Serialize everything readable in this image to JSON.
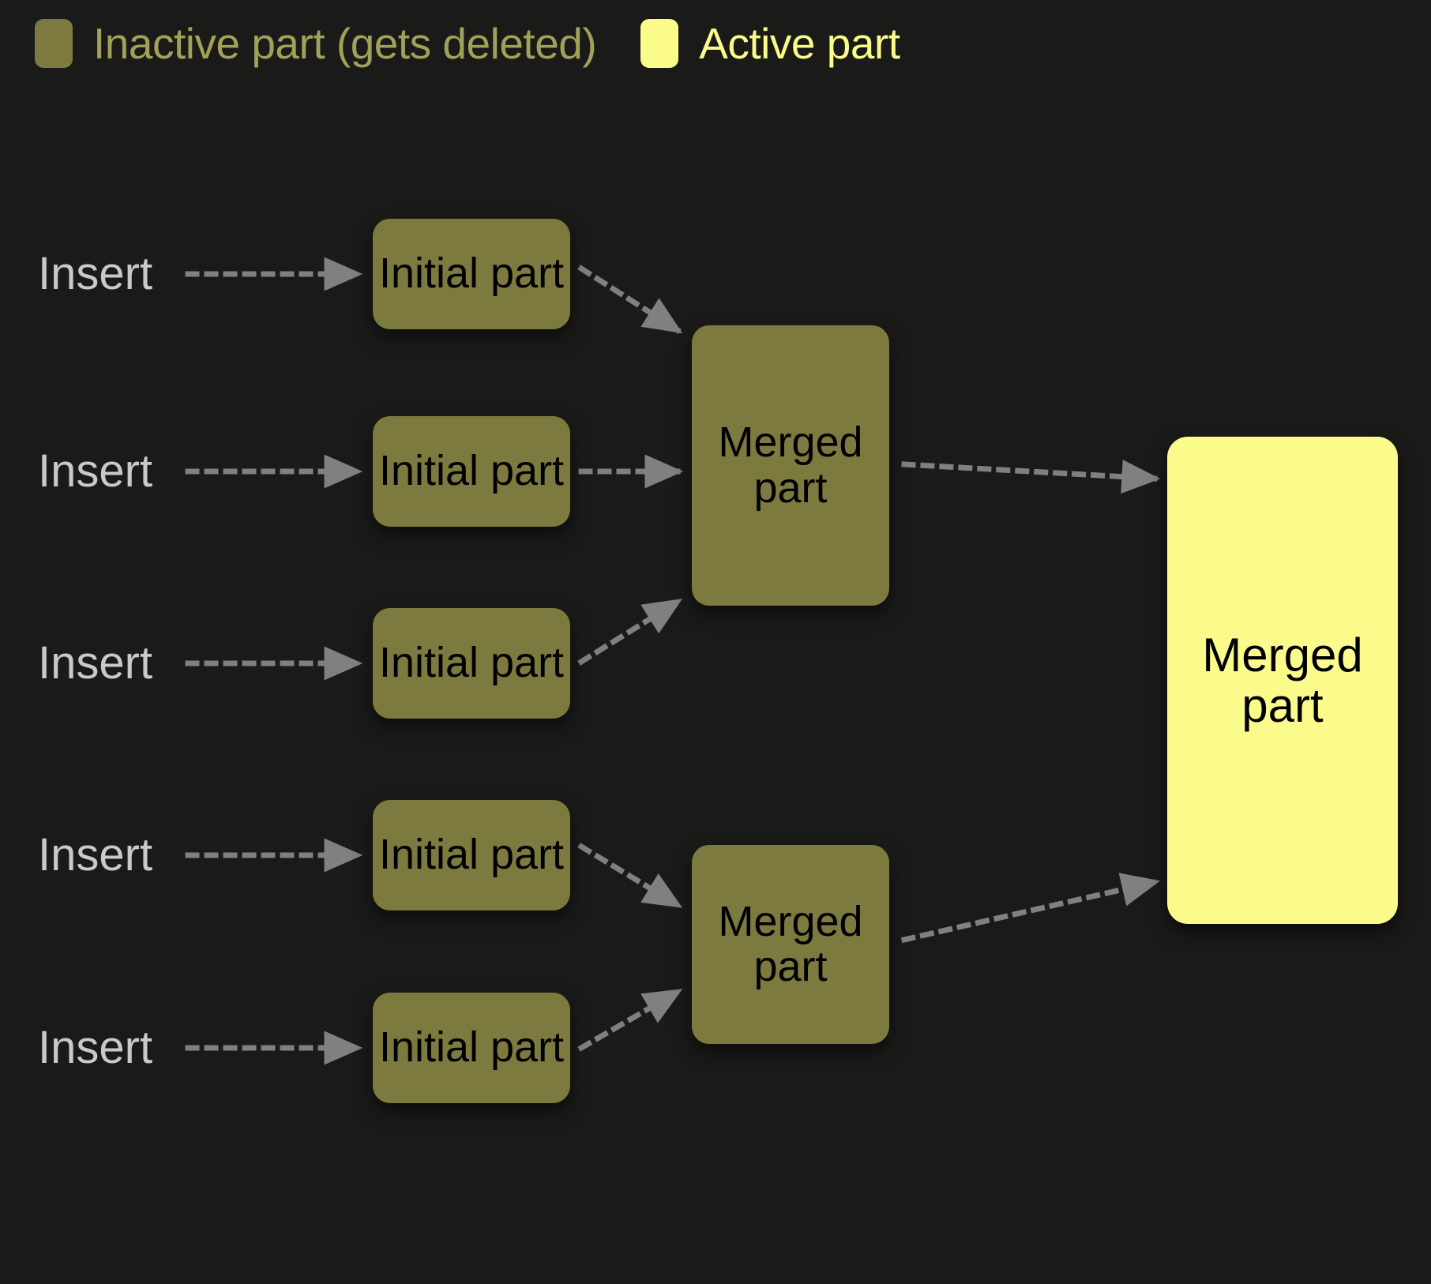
{
  "background_color": "#1a1a18",
  "colors": {
    "inactive_part": "#7c7a3f",
    "active_part": "#fbfb8c",
    "inactive_text": "#a3a05a",
    "active_text": "#fbfb8c",
    "insert_text": "#c9c9c9",
    "arrow": "#808080",
    "node_text": "#000000"
  },
  "legend": {
    "items": [
      {
        "swatch": "inactive-swatch",
        "label": "Inactive part (gets deleted)"
      },
      {
        "swatch": "active-swatch",
        "label": "Active part"
      }
    ]
  },
  "diagram": {
    "insert_labels": [
      {
        "label": "Insert"
      },
      {
        "label": "Insert"
      },
      {
        "label": "Insert"
      },
      {
        "label": "Insert"
      },
      {
        "label": "Insert"
      }
    ],
    "initial_parts": [
      {
        "label": "Initial part"
      },
      {
        "label": "Initial part"
      },
      {
        "label": "Initial part"
      },
      {
        "label": "Initial part"
      },
      {
        "label": "Initial part"
      }
    ],
    "merged_parts": [
      {
        "label": "Merged part",
        "state": "inactive"
      },
      {
        "label": "Merged part",
        "state": "inactive"
      }
    ],
    "final_part": {
      "label": "Merged part",
      "state": "active"
    }
  }
}
